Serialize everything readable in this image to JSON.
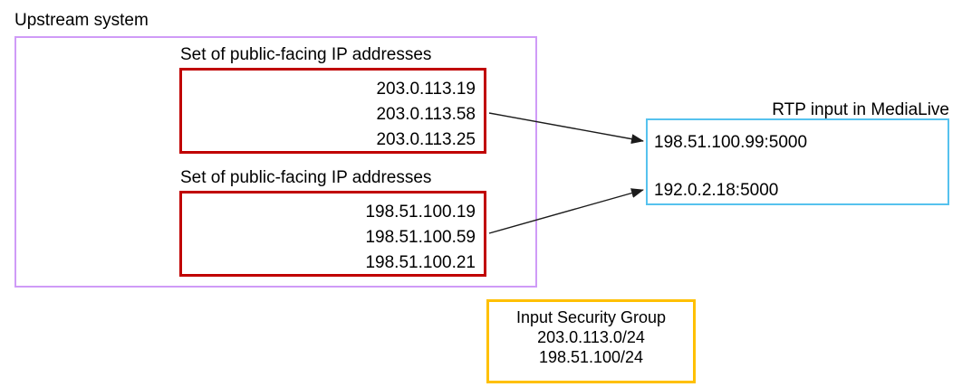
{
  "upstream": {
    "label": "Upstream system",
    "ip_sets": [
      {
        "label": "Set of public-facing IP addresses",
        "ips": [
          "203.0.113.19",
          "203.0.113.58",
          "203.0.113.25"
        ]
      },
      {
        "label": "Set of public-facing IP addresses",
        "ips": [
          "198.51.100.19",
          "198.51.100.59",
          "198.51.100.21"
        ]
      }
    ]
  },
  "medialive": {
    "label": "RTP input in MediaLive",
    "endpoints": [
      "198.51.100.99:5000",
      "192.0.2.18:5000"
    ]
  },
  "security_group": {
    "title": "Input Security Group",
    "cidrs": [
      "203.0.113.0/24",
      "198.51.100/24"
    ]
  },
  "colors": {
    "upstream_border": "#cf9bf7",
    "ip_set_border": "#c00000",
    "medialive_border": "#56c2ee",
    "security_group_border": "#ffc000",
    "arrow": "#1b1b1b",
    "text": "#000000"
  }
}
